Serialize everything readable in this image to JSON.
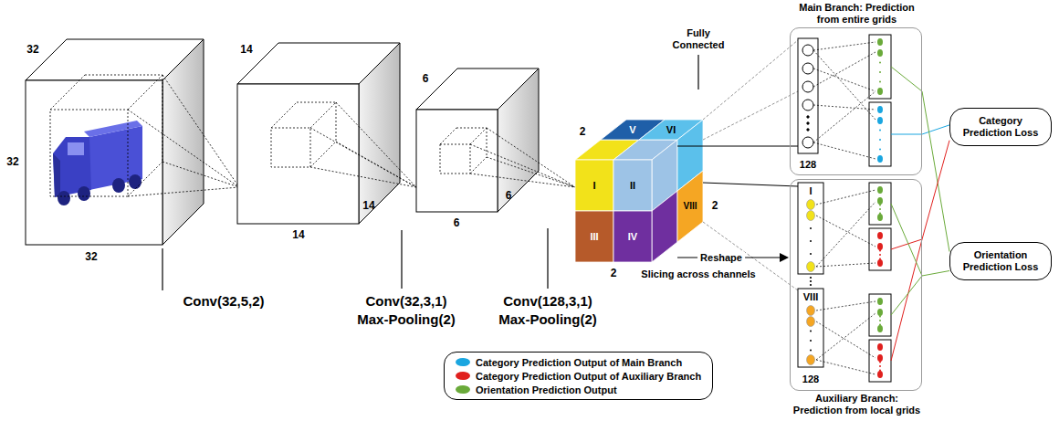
{
  "diagram": {
    "nodes": [
      {
        "text": [
          "Main Branch: Prediction from entire grids"
        ]
      },
      {
        "text": [
          "Category Prediction Loss"
        ]
      },
      {
        "text": [
          "Orientation Prediction Loss"
        ]
      },
      {
        "text": [
          "Auxiliary Branch: Prediction from local grids"
        ]
      }
    ],
    "edges": [
      {
        "from": 0,
        "to": 1,
        "arrow": "none"
      },
      {
        "from": 0,
        "to": 2,
        "arrow": "none"
      },
      {
        "from": 3,
        "to": 1,
        "arrow": "none"
      },
      {
        "from": 3,
        "to": 2,
        "arrow": "none"
      }
    ],
    "labels": [
      "32",
      "32",
      "32",
      "14",
      "14",
      "14",
      "6",
      "6",
      "6",
      "Conv(32,5,2)",
      "Conv(32,3,1)",
      "Max-Pooling(2)",
      "Conv(128,3,1)",
      "Max-Pooling(2)",
      "2",
      "V",
      "VI",
      "I",
      "II",
      "VIII",
      "2",
      "III",
      "IV",
      "2",
      "Fully Connected",
      "128",
      "Reshape",
      "Slicing  across channels",
      "I",
      "VIII",
      "128"
    ],
    "legend": [
      {
        "text": "Category Prediction Output of Main Branch",
        "color": "#1aa6e0"
      },
      {
        "text": "Category Prediction Output of Auxiliary Branch",
        "color": "#e0201e"
      },
      {
        "text": "Orientation Prediction Output",
        "color": "#6aaa3a"
      }
    ]
  }
}
